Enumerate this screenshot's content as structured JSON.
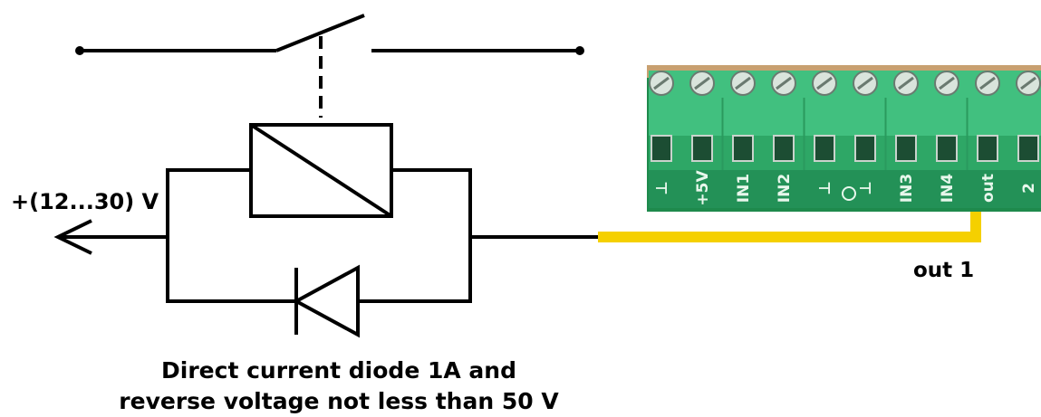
{
  "labels": {
    "supply": "+(12...30) V",
    "output": "out 1",
    "note_line1": "Direct current diode  1A  and",
    "note_line2": "reverse voltage not less than 50 V"
  },
  "terminal_block": {
    "pin_labels": [
      "⊥",
      "+5V",
      "IN1",
      "IN2",
      "⊥",
      "⊥",
      "IN3",
      "IN4",
      "out",
      "2"
    ]
  },
  "colors": {
    "wire": "#000000",
    "output_wire": "#f5d000",
    "terminal_green": "#3cb878",
    "terminal_dark": "#1f7a4a",
    "pcb": "#1e8a4c"
  }
}
